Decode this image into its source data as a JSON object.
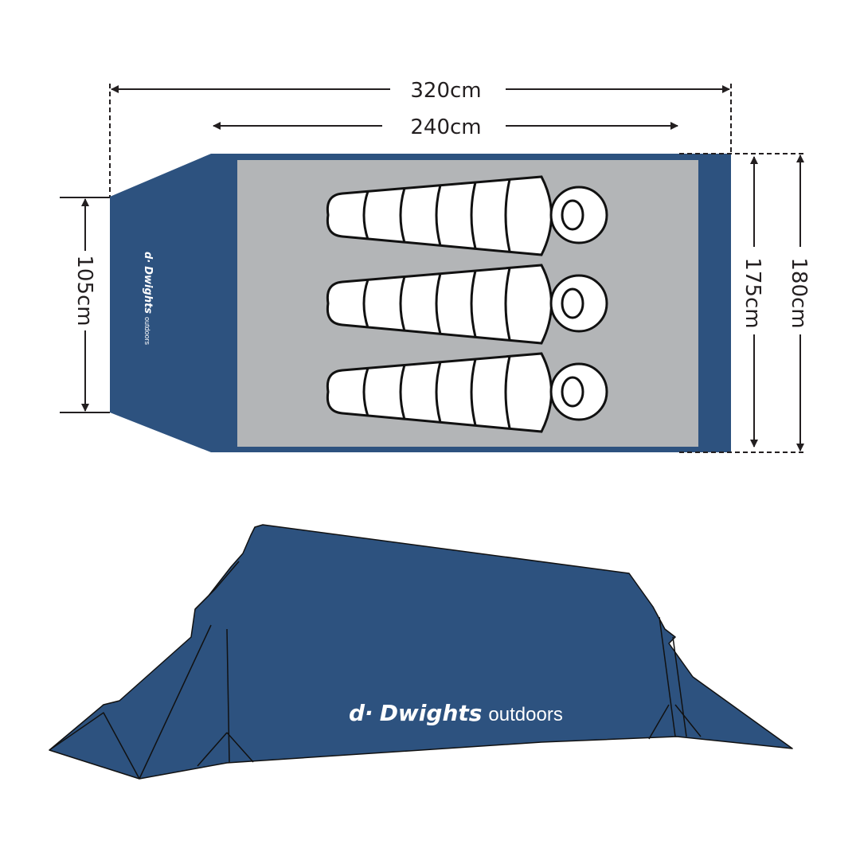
{
  "dimensions": {
    "total_length": "320cm",
    "inner_length": "240cm",
    "end_width": "105cm",
    "inner_width": "175cm",
    "total_width": "180cm"
  },
  "brand": {
    "name": "Dwights",
    "suffix": "outdoors",
    "mark": "d·"
  },
  "colors": {
    "tent_blue": "#2d527f",
    "floor_grey": "#b3b5b7",
    "line": "#231f20"
  },
  "sleeping_bags": 3
}
